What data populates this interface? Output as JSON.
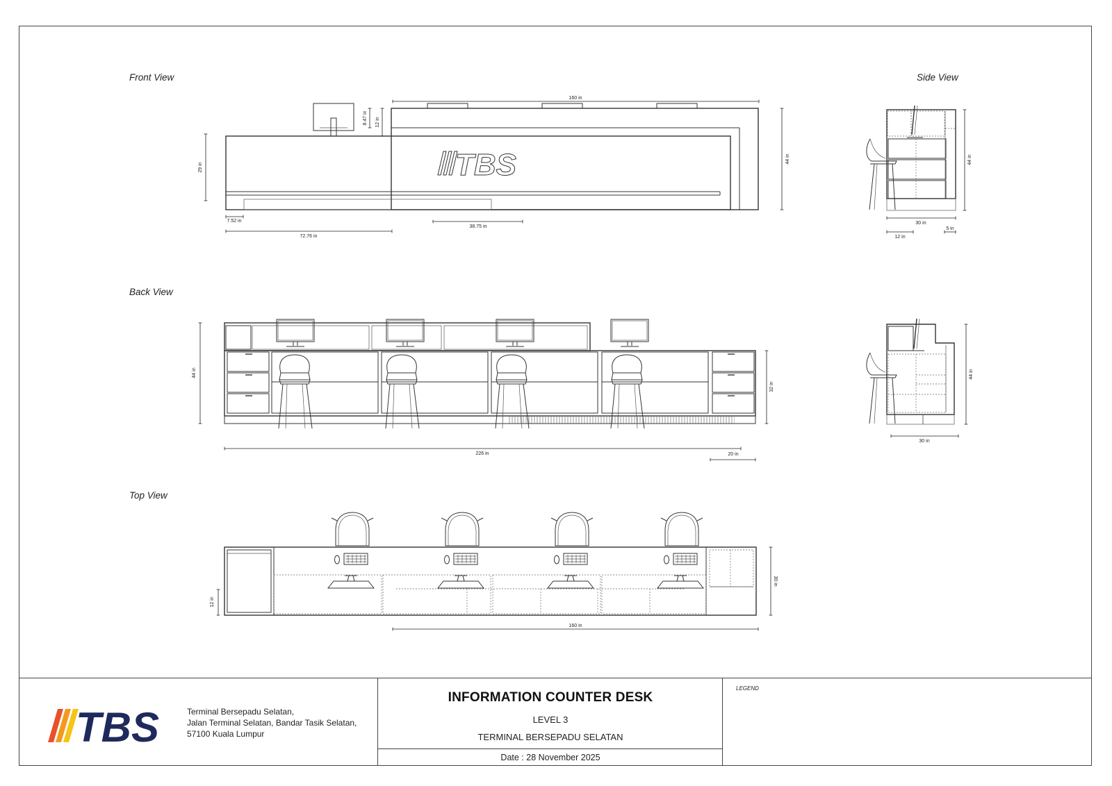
{
  "views": {
    "front": "Front View",
    "side": "Side View",
    "back": "Back View",
    "top": "Top View"
  },
  "dimensions": {
    "front_160": "160 in",
    "front_847": "8.47 in",
    "front_12": "12 in",
    "front_29": "29 in",
    "front_44": "44 in",
    "front_752": "7.52 in",
    "front_7276": "72.76 in",
    "front_3875": "38.75 in",
    "side_44": "44 in",
    "side_30": "30 in",
    "side_12": "12 in",
    "side_5": "5 in",
    "back_44": "44 in",
    "back_32": "32 in",
    "back_226": "226 in",
    "back_20": "20 in",
    "back_side_44": "44 in",
    "back_side_30": "30 in",
    "top_30": "30 in",
    "top_12": "12 in",
    "top_160": "160 in"
  },
  "desk_logo_text": "TBS",
  "title_block": {
    "logo_text": "TBS",
    "address_lines": [
      "Terminal Bersepadu Selatan,",
      "Jalan Terminal Selatan, Bandar Tasik Selatan,",
      "57100 Kuala Lumpur"
    ],
    "drawing_title": "INFORMATION COUNTER DESK",
    "level": "LEVEL 3",
    "location": "TERMINAL BERSEPADU SELATAN",
    "date": "Date : 28 November 2025",
    "legend_label": "LEGEND"
  },
  "colors": {
    "logo_stripe_1": "#e8512a",
    "logo_stripe_2": "#f39a1e",
    "logo_stripe_3": "#f6c416",
    "logo_navy": "#1f2a5c"
  },
  "icons": [
    "monitor-icon",
    "bar-stool-icon",
    "keyboard-icon",
    "mouse-icon"
  ]
}
